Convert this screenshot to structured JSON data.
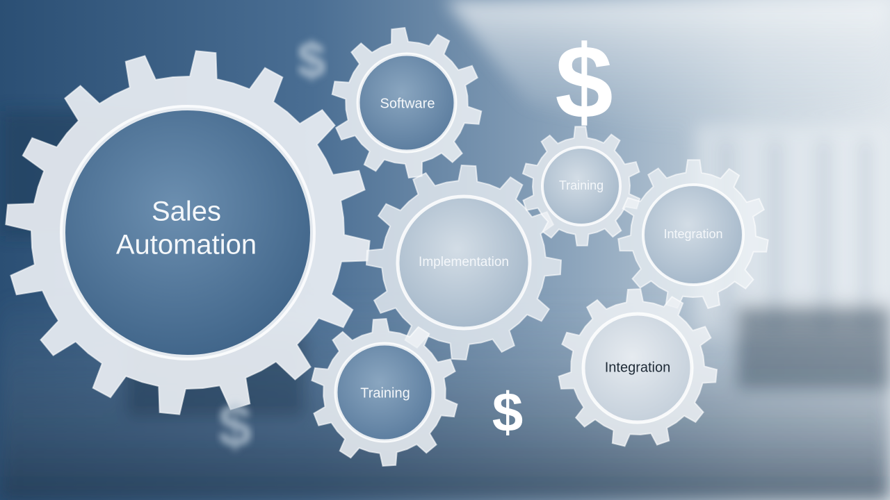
{
  "hub_title": {
    "line1": "Sales",
    "line2": "Automation"
  },
  "gears": {
    "software": "Software",
    "implementation": "Implementation",
    "training_top": "Training",
    "integration_right": "Integration",
    "integration_bottom": "Integration",
    "training_bottom": "Training"
  },
  "symbols": {
    "currency": "$"
  },
  "colors": {
    "gear_fill": "#e9eef3",
    "hub_inner": "#4f7396",
    "label": "#f4f7fa",
    "dark_label": "#1e2a36"
  },
  "icons": [
    "gear-icon",
    "dollar-icon"
  ]
}
